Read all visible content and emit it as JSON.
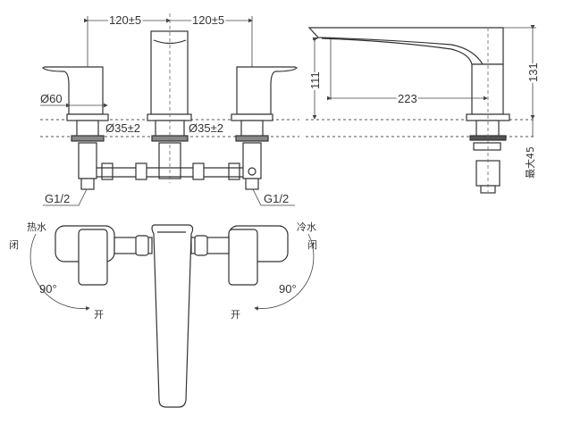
{
  "front_view": {
    "spacing_left": "120±5",
    "spacing_right": "120±5",
    "handle_diameter": "Ø60",
    "hole_left": "Ø35±2",
    "hole_right": "Ø35±2",
    "thread_left": "G1/2",
    "thread_right": "G1/2"
  },
  "side_view": {
    "spout_height": "111",
    "spout_reach": "223",
    "total_height": "131",
    "max_deck": "最大45"
  },
  "top_view": {
    "hot_label": "热水",
    "cold_label": "冷水",
    "close_left": "闭",
    "close_right": "闭",
    "angle_left": "90°",
    "angle_right": "90°",
    "open_left": "开",
    "open_right": "开"
  }
}
